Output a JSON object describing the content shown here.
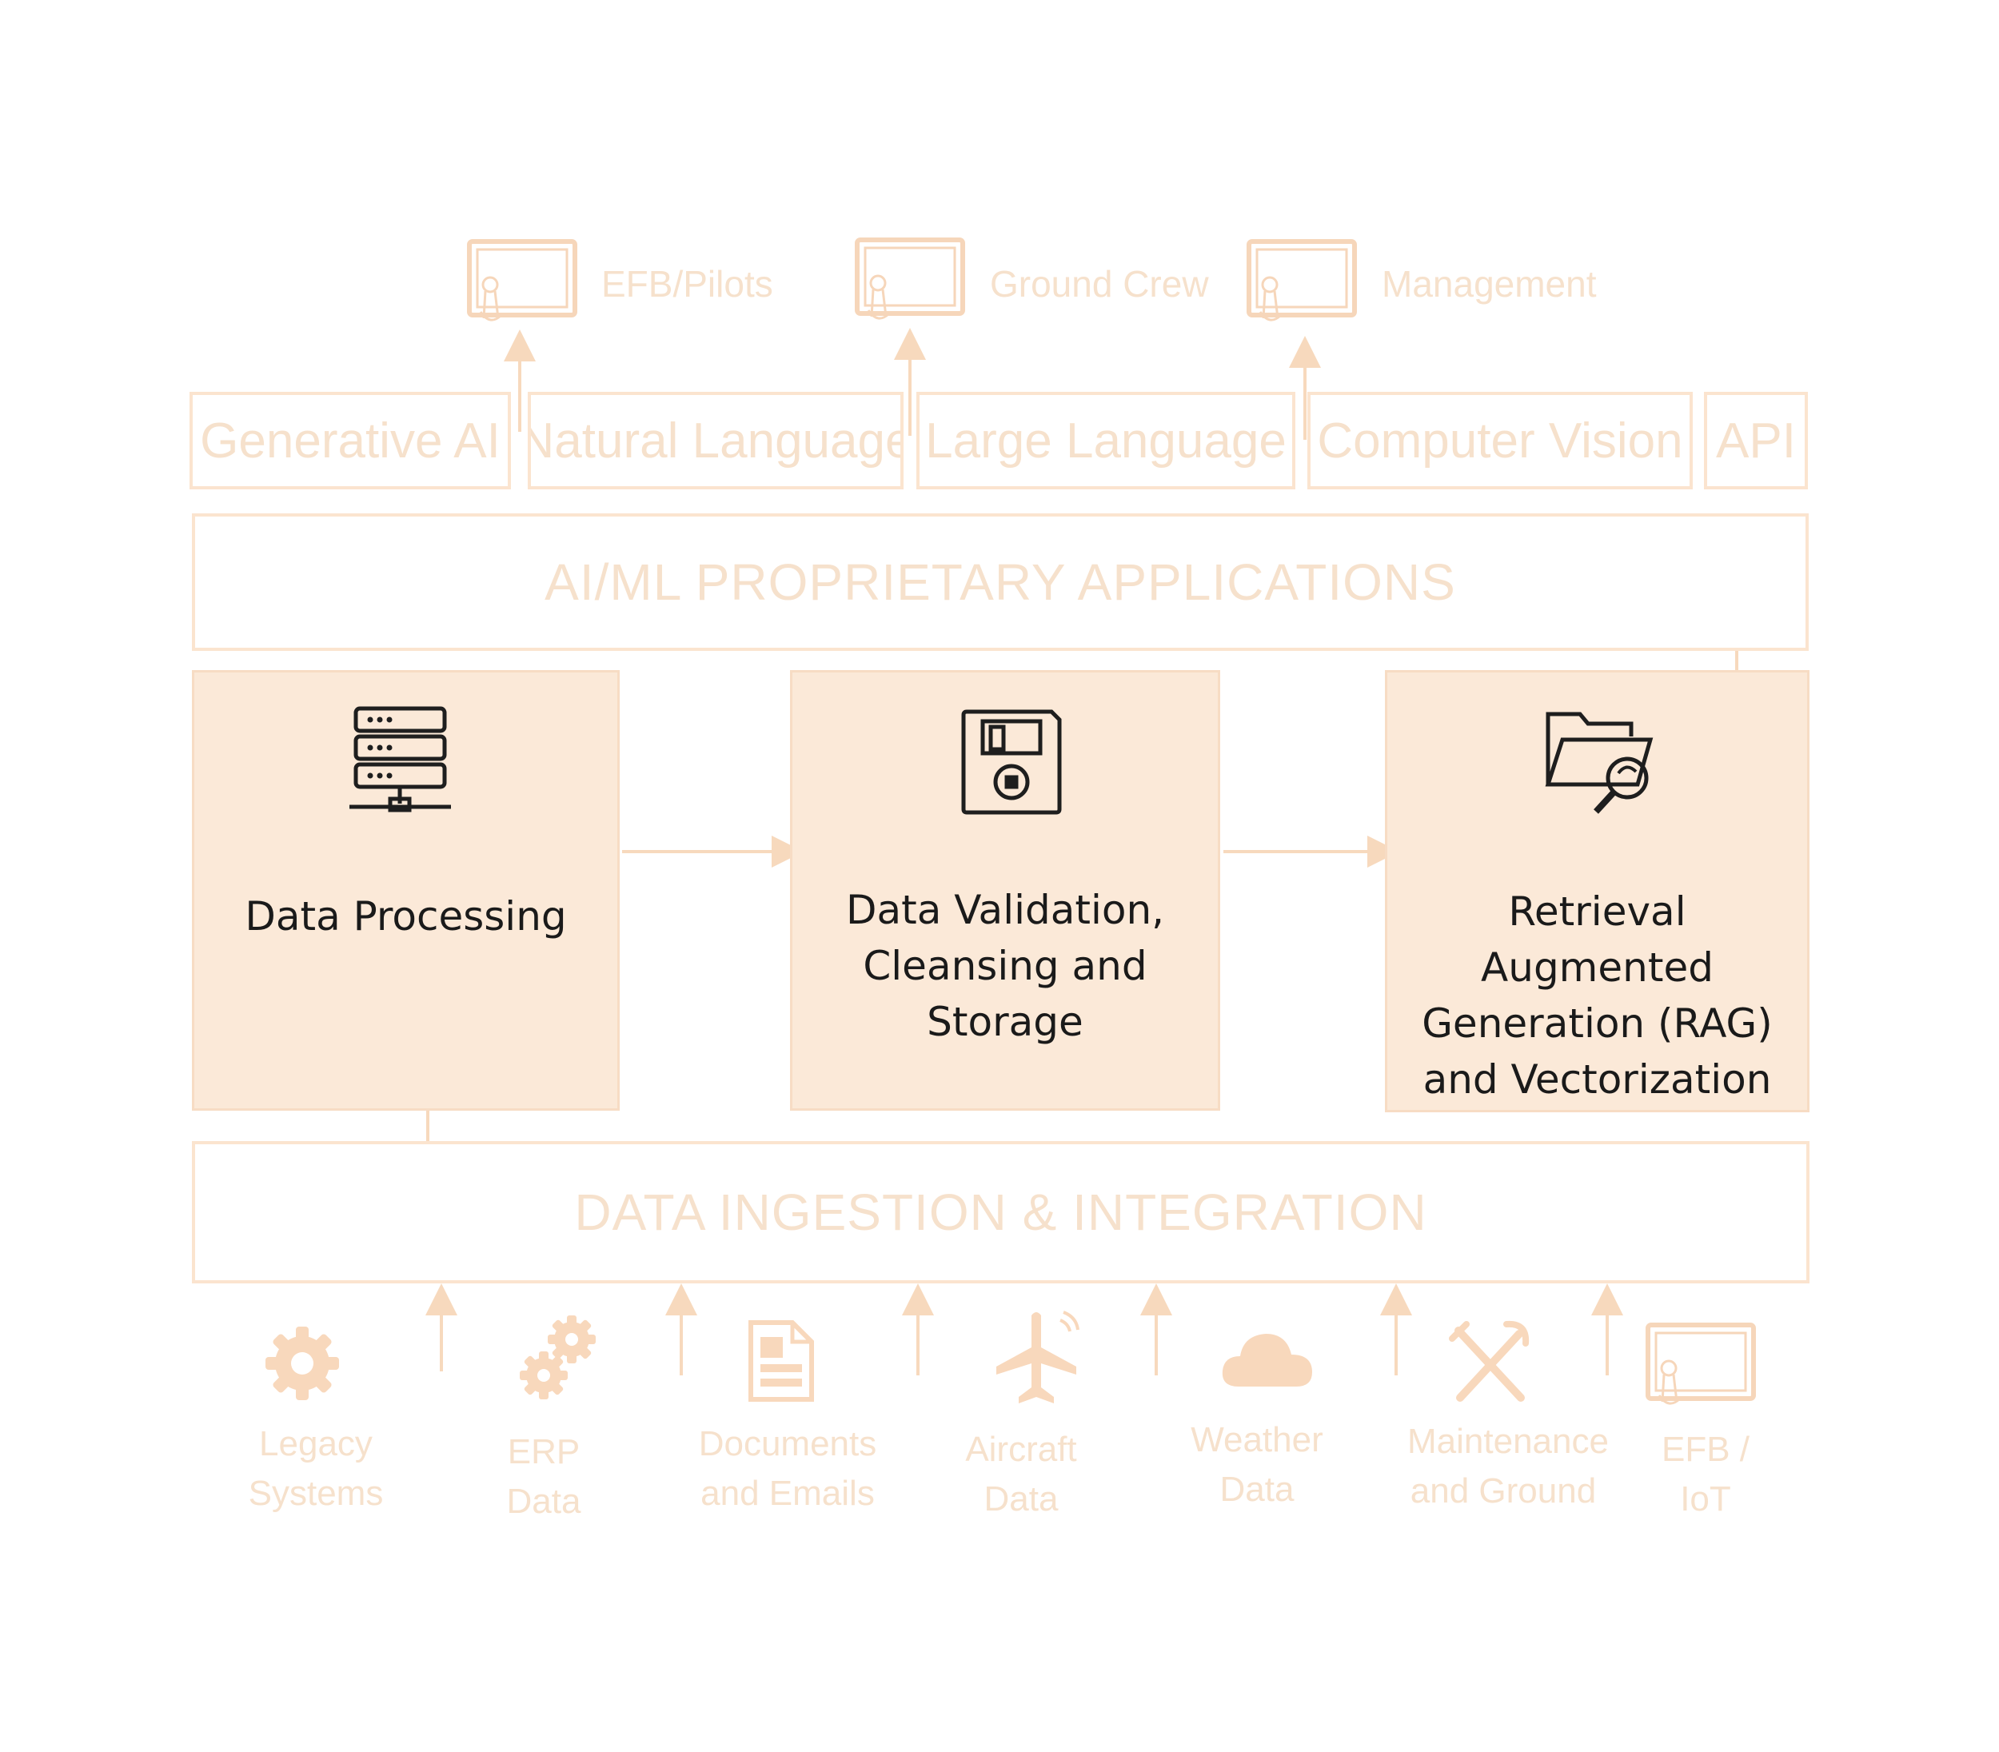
{
  "consumers": [
    {
      "label": "EFB/Pilots",
      "icon": "tablet-touch-icon"
    },
    {
      "label": "Ground Crew",
      "icon": "tablet-touch-icon"
    },
    {
      "label": "Management",
      "icon": "tablet-touch-icon"
    }
  ],
  "capabilities": [
    "Generative AI",
    "Natural Language",
    "Large Language",
    "Computer Vision",
    "API"
  ],
  "applications_layer": {
    "label": "AI/ML PROPRIETARY APPLICATIONS"
  },
  "stages": [
    {
      "label_lines": [
        "Data Processing"
      ],
      "icon": "server-rack-icon"
    },
    {
      "label_lines": [
        "Data Validation,",
        "Cleansing and Storage"
      ],
      "icon": "floppy-disk-icon"
    },
    {
      "label_lines": [
        "Retrieval Augmented",
        "Generation (RAG)",
        "and Vectorization"
      ],
      "icon": "folder-search-icon"
    }
  ],
  "ingestion_layer": {
    "label": "DATA INGESTION & INTEGRATION"
  },
  "sources": [
    {
      "label_lines": [
        "Legacy",
        "Systems"
      ],
      "icon": "gear-icon"
    },
    {
      "label_lines": [
        "ERP",
        "Data"
      ],
      "icon": "gears-icon"
    },
    {
      "label_lines": [
        "Documents",
        "and Emails"
      ],
      "icon": "document-icon"
    },
    {
      "label_lines": [
        "Aircraft",
        "Data"
      ],
      "icon": "airplane-icon"
    },
    {
      "label_lines": [
        "Weather",
        "Data"
      ],
      "icon": "cloud-icon"
    },
    {
      "label_lines": [
        "Maintenance",
        "and Ground"
      ],
      "icon": "tools-icon"
    },
    {
      "label_lines": [
        "EFB /",
        "IoT"
      ],
      "icon": "tablet-touch-icon"
    }
  ],
  "colors": {
    "accent_fill": "#fbe9d8",
    "outline": "#fbe4cf",
    "faded_text": "#f6e1cc",
    "dark_text": "#1a1a1a"
  }
}
